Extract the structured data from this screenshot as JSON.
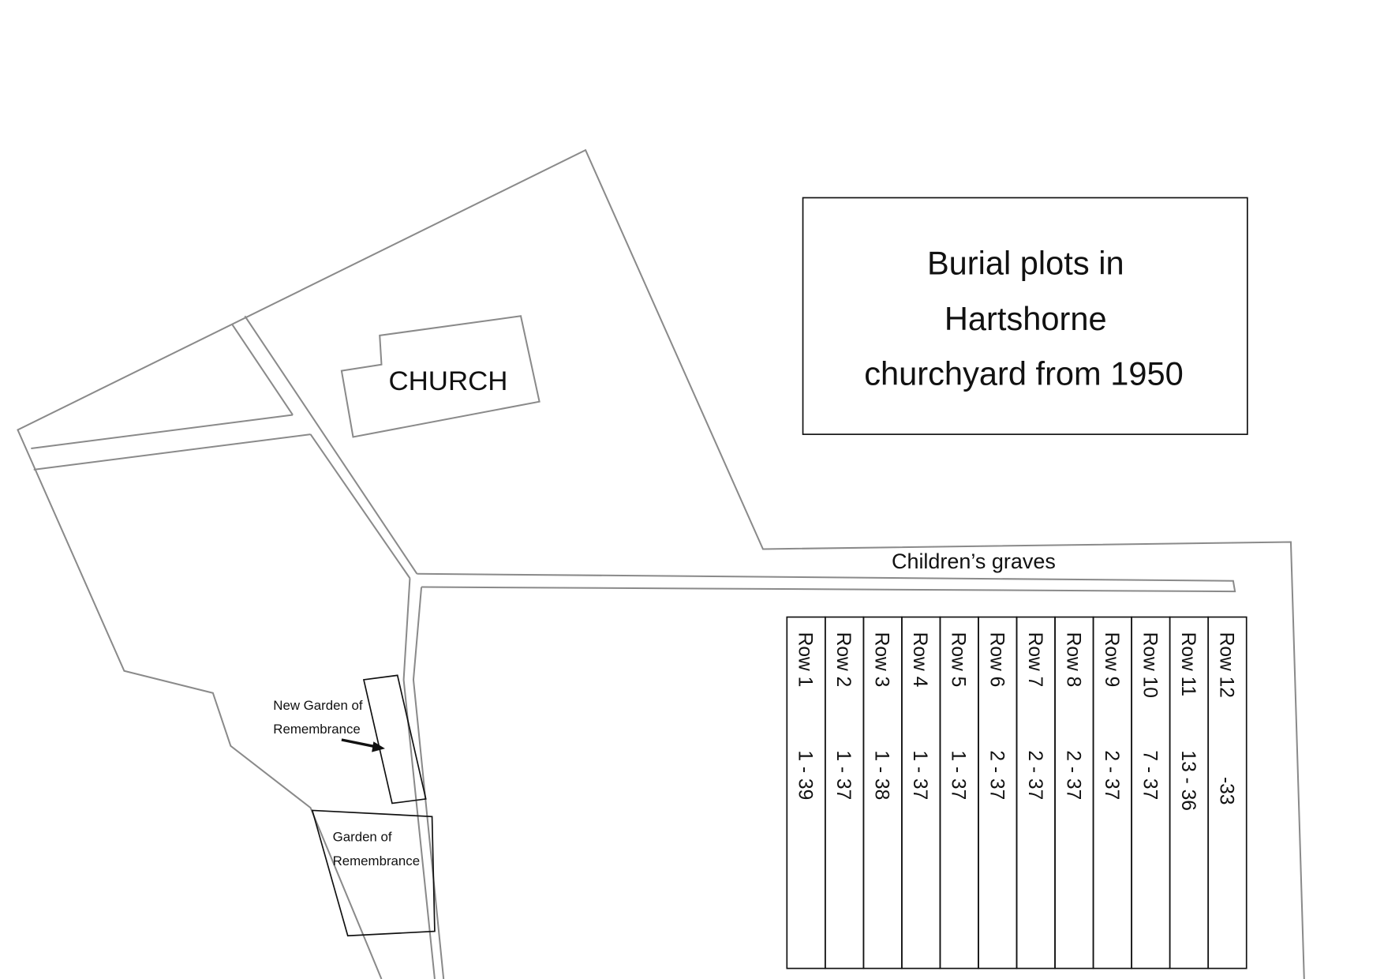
{
  "map": {
    "title_lines": [
      "Burial plots in",
      "Hartshorne",
      "churchyard from 1950"
    ],
    "church_label": "CHURCH",
    "childrens_graves_label": "Children’s graves",
    "new_garden_label": [
      "New Garden of",
      "Remembrance"
    ],
    "garden_label": [
      "Garden of",
      "Remembrance"
    ],
    "rows": [
      {
        "label": "Row 1",
        "range": "1 - 39"
      },
      {
        "label": "Row 2",
        "range": "1 - 37"
      },
      {
        "label": "Row 3",
        "range": "1 - 38"
      },
      {
        "label": "Row 4",
        "range": "1 - 37"
      },
      {
        "label": "Row 5",
        "range": "1 - 37"
      },
      {
        "label": "Row 6",
        "range": "2 - 37"
      },
      {
        "label": "Row 7",
        "range": "2 - 37"
      },
      {
        "label": "Row 8",
        "range": "2 - 37"
      },
      {
        "label": "Row 9",
        "range": "2 - 37"
      },
      {
        "label": "Row 10",
        "range": "7 - 37"
      },
      {
        "label": "Row 11",
        "range": "13 - 36"
      },
      {
        "label": "Row 12",
        "range": "-33"
      }
    ]
  }
}
